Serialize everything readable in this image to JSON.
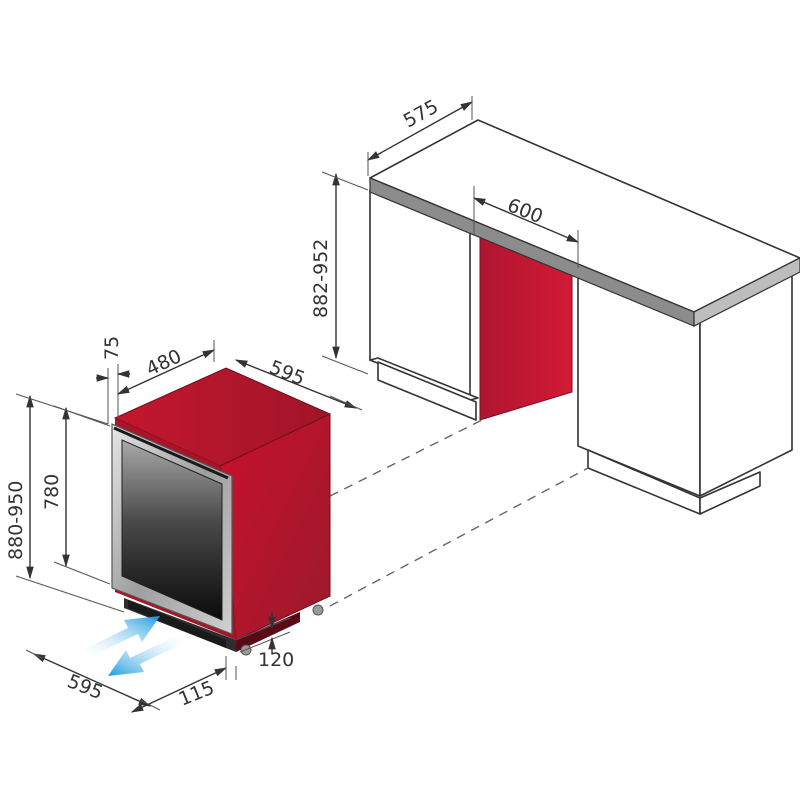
{
  "diagram": {
    "dimensions": {
      "counter_depth": "575",
      "niche_width": "600",
      "niche_height_range": "882-952",
      "door_offset": "75",
      "body_depth": "480",
      "body_width": "595",
      "overall_height_range": "880-950",
      "body_height": "780",
      "front_width": "595",
      "airflow_depth": "115",
      "plinth_height": "120"
    },
    "colors": {
      "cabinet_red": "#b5172e",
      "cabinet_red_dark": "#8e1424",
      "countertop_edge": "#8c8c8c",
      "airflow_blue": "#1a9be0",
      "line": "#333333"
    },
    "icons": [
      "airflow-in-arrow-icon",
      "airflow-out-arrow-icon"
    ]
  }
}
